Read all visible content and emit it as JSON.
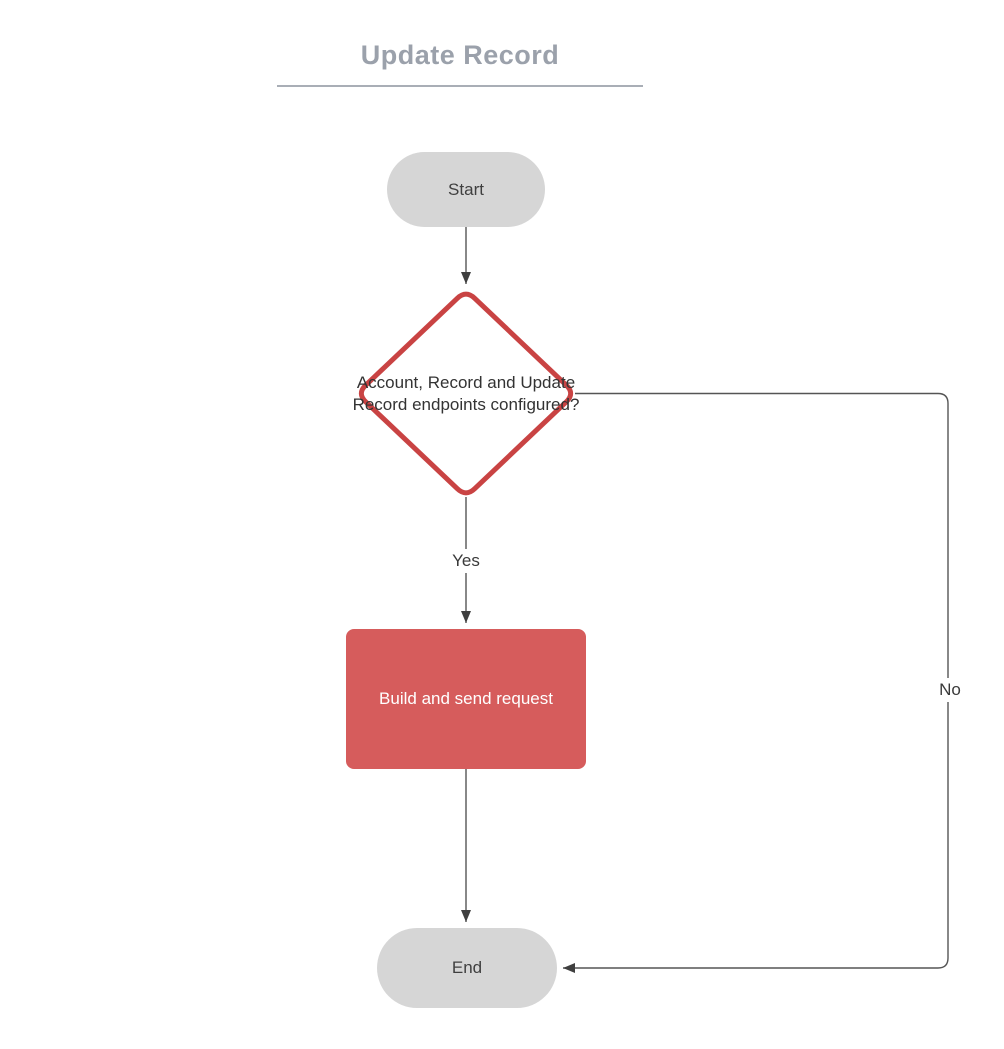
{
  "diagram": {
    "title": "Update Record",
    "type": "flowchart",
    "nodes": {
      "start": {
        "label": "Start",
        "shape": "terminator"
      },
      "decision": {
        "label": "Account, Record and Update Record endpoints configured?",
        "shape": "decision"
      },
      "process": {
        "label": "Build and send request",
        "shape": "process"
      },
      "end": {
        "label": "End",
        "shape": "terminator"
      }
    },
    "edges": [
      {
        "from": "start",
        "to": "decision",
        "label": ""
      },
      {
        "from": "decision",
        "to": "process",
        "label": "Yes"
      },
      {
        "from": "process",
        "to": "end",
        "label": ""
      },
      {
        "from": "decision",
        "to": "end",
        "label": "No"
      }
    ],
    "colors": {
      "background": "#ffffff",
      "title_text": "#9ba1ab",
      "title_underline": "#a9aeb6",
      "terminator_fill": "#d6d6d6",
      "terminator_text": "#3f3f3f",
      "decision_border": "#c94343",
      "decision_fill": "#ffffff",
      "decision_text": "#333333",
      "process_fill": "#d65c5c",
      "process_text": "#ffffff",
      "connector": "#555555",
      "arrowhead": "#3f3f3f"
    }
  }
}
